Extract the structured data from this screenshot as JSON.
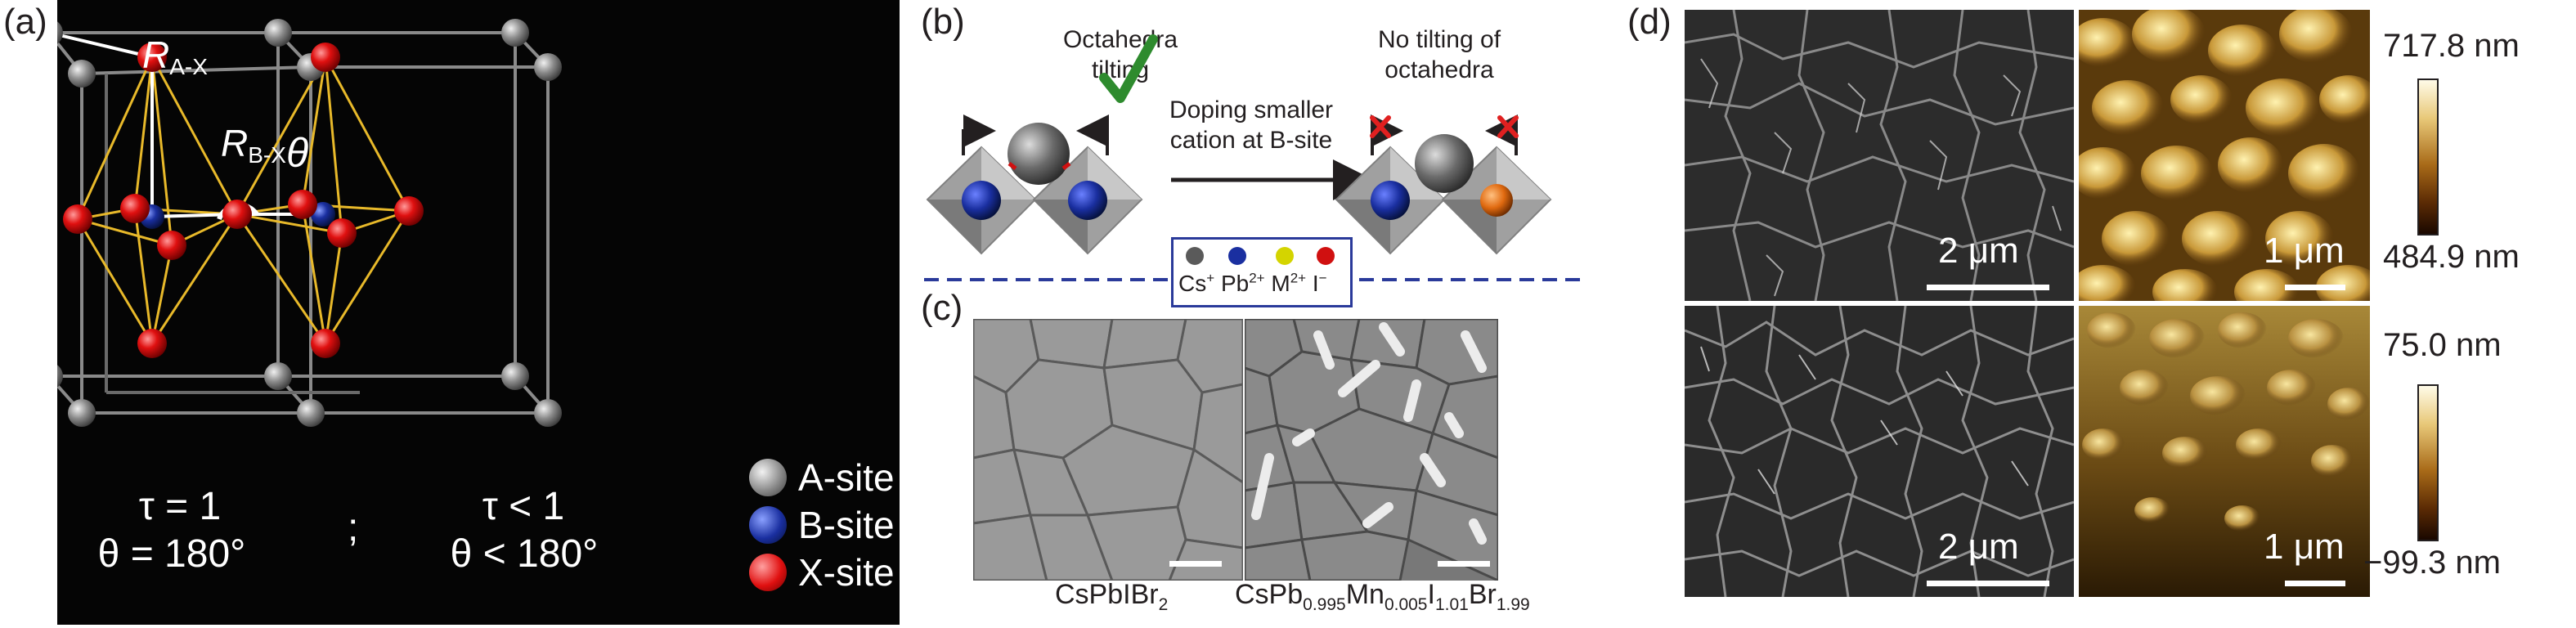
{
  "panel_labels": {
    "a": "(a)",
    "b": "(b)",
    "c": "(c)",
    "d": "(d)"
  },
  "panel_a": {
    "r_ax": "R",
    "r_ax_sub": "A-X",
    "r_bx": "R",
    "r_bx_sub": "B-X",
    "theta": "θ",
    "eq_left_1": "τ = 1",
    "eq_left_2": "θ = 180°",
    "separator": ";",
    "eq_right_1": "τ < 1",
    "eq_right_2": "θ < 180°",
    "legend": [
      {
        "label": "A-site",
        "color": "#8a8a8a"
      },
      {
        "label": "B-site",
        "color": "#1a2fa0"
      },
      {
        "label": "X-site",
        "color": "#e01010"
      }
    ]
  },
  "panel_b": {
    "left_title_1": "Octahedra",
    "left_title_2": "tilting",
    "right_title_1": "No tilting of",
    "right_title_2": "octahedra",
    "arrow_text_1": "Doping smaller",
    "arrow_text_2": "cation at B-site",
    "legend": [
      {
        "label": "Cs",
        "sup": "+",
        "color": "#5a5a5a"
      },
      {
        "label": "Pb",
        "sup": "2+",
        "color": "#1a2fa0"
      },
      {
        "label": "M",
        "sup": "2+",
        "color": "#d4d400"
      },
      {
        "label": "I",
        "sup": "−",
        "color": "#d01010"
      }
    ],
    "check_color": "#2e8b2e",
    "cross_color": "#e02020"
  },
  "panel_c": {
    "left_label_main": "CsPbIBr",
    "left_label_sub": "2",
    "right_label": [
      {
        "t": "CsPb",
        "s": ""
      },
      {
        "t": "",
        "s": "0.995"
      },
      {
        "t": "Mn",
        "s": ""
      },
      {
        "t": "",
        "s": "0.005"
      },
      {
        "t": "I",
        "s": ""
      },
      {
        "t": "",
        "s": "1.01"
      },
      {
        "t": "Br",
        "s": ""
      },
      {
        "t": "",
        "s": "1.99"
      }
    ]
  },
  "panel_d": {
    "sem_scale": "2 μm",
    "afm_scale": "1 μm",
    "top_cb_max": "717.8 nm",
    "top_cb_min": "484.9 nm",
    "bottom_cb_max": "75.0 nm",
    "bottom_cb_min": "−99.3 nm"
  }
}
